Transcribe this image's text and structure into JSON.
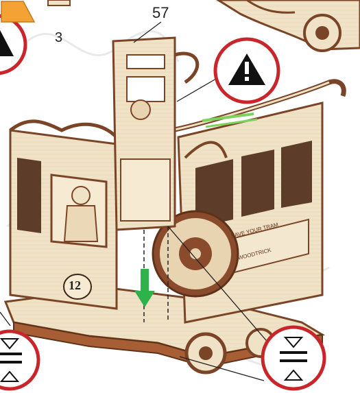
{
  "instruction": {
    "part_number": "57",
    "step_number": "3",
    "tram_number": "12",
    "sign_line1": "SAVE YOUR TRAM",
    "sign_line2": "WOODTRICK"
  },
  "colors": {
    "warning_circle": "#c9262c",
    "step_badge": "#f4a233",
    "plywood": "#f0e2c6",
    "plywood_edge": "#7a4427",
    "arrow": "#2fb24a",
    "watermark": "#e7e7e7"
  },
  "icons": [
    "warning-icon",
    "align-icon"
  ]
}
